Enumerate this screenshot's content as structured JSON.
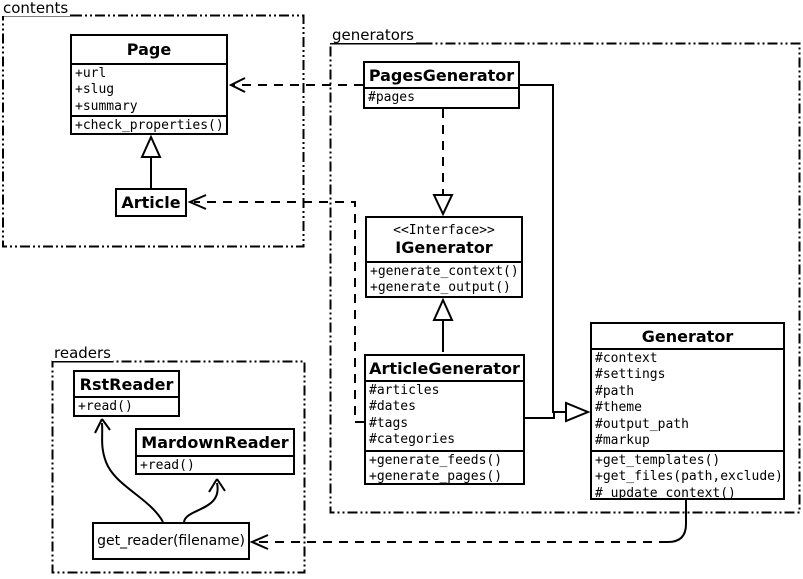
{
  "packages": {
    "contents": {
      "label": "contents"
    },
    "generators": {
      "label": "generators"
    },
    "readers": {
      "label": "readers"
    }
  },
  "classes": {
    "page": {
      "name": "Page",
      "attributes": [
        "+url",
        "+slug",
        "+summary"
      ],
      "methods": [
        "+check_properties()"
      ]
    },
    "article": {
      "name": "Article"
    },
    "pages_generator": {
      "name": "PagesGenerator",
      "attributes": [
        "#pages"
      ]
    },
    "igenerator": {
      "stereotype": "<<Interface>>",
      "name": "IGenerator",
      "methods": [
        "+generate_context()",
        "+generate_output()"
      ]
    },
    "article_generator": {
      "name": "ArticleGenerator",
      "attributes": [
        "#articles",
        "#dates",
        "#tags",
        "#categories"
      ],
      "methods": [
        "+generate_feeds()",
        "+generate_pages()"
      ]
    },
    "generator": {
      "name": "Generator",
      "attributes": [
        "#context",
        "#settings",
        "#path",
        "#theme",
        "#output_path",
        "#markup"
      ],
      "methods": [
        "+get_templates()",
        "+get_files(path,exclude)",
        "#_update_context()"
      ]
    },
    "rst_reader": {
      "name": "RstReader",
      "methods": [
        "+read()"
      ]
    },
    "mardown_reader": {
      "name": "MardownReader",
      "methods": [
        "+read()"
      ]
    },
    "get_reader": {
      "label": "get_reader(filename)"
    }
  },
  "relationships": [
    {
      "type": "generalization",
      "from": "Article",
      "to": "Page"
    },
    {
      "type": "dependency",
      "from": "PagesGenerator",
      "to": "Page"
    },
    {
      "type": "dependency",
      "from": "ArticleGenerator",
      "to": "Article"
    },
    {
      "type": "realization",
      "from": "PagesGenerator",
      "to": "IGenerator"
    },
    {
      "type": "generalization",
      "from": "ArticleGenerator",
      "to": "IGenerator"
    },
    {
      "type": "generalization",
      "from": "PagesGenerator",
      "to": "Generator"
    },
    {
      "type": "generalization",
      "from": "ArticleGenerator",
      "to": "Generator"
    },
    {
      "type": "dependency",
      "from": "Generator",
      "to": "get_reader(filename)"
    },
    {
      "type": "arrow",
      "from": "get_reader(filename)",
      "to": "RstReader"
    },
    {
      "type": "arrow",
      "from": "get_reader(filename)",
      "to": "MardownReader"
    }
  ],
  "colors": {
    "line": "#000000",
    "background": "#ffffff",
    "text": "#000000"
  }
}
